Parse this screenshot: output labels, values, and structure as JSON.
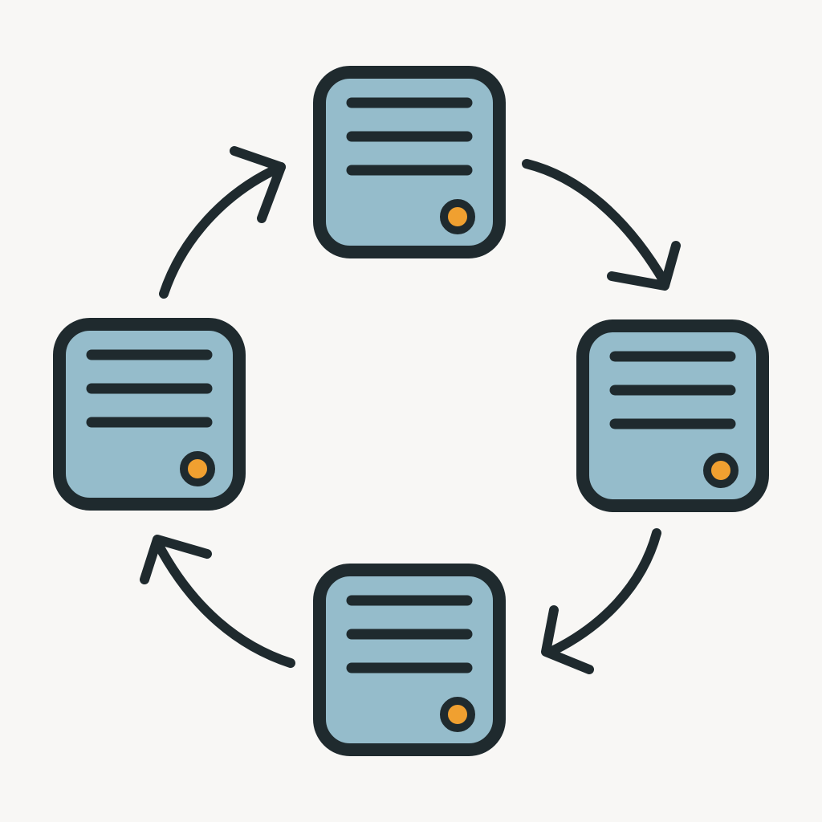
{
  "diagram": {
    "type": "cycle",
    "colors": {
      "background": "#f8f7f5",
      "node_fill": "#95bccb",
      "outline": "#1f2a2e",
      "indicator": "#f0a030"
    },
    "nodes": [
      {
        "id": "top",
        "icon": "server-icon",
        "text_lines": 3,
        "indicator": "orange-dot"
      },
      {
        "id": "right",
        "icon": "server-icon",
        "text_lines": 3,
        "indicator": "orange-dot"
      },
      {
        "id": "bottom",
        "icon": "server-icon",
        "text_lines": 3,
        "indicator": "orange-dot"
      },
      {
        "id": "left",
        "icon": "server-icon",
        "text_lines": 3,
        "indicator": "orange-dot"
      }
    ],
    "edges": [
      {
        "from": "top",
        "to": "right"
      },
      {
        "from": "right",
        "to": "bottom"
      },
      {
        "from": "bottom",
        "to": "left"
      },
      {
        "from": "left",
        "to": "top"
      }
    ],
    "direction": "clockwise"
  }
}
